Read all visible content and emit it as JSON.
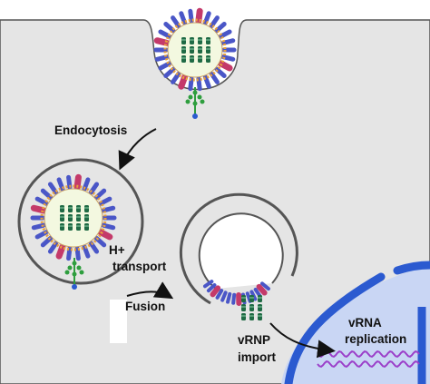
{
  "labels": {
    "endocytosis": "Endocytosis",
    "h_plus": "H+",
    "transport": "transport",
    "fusion": "Fusion",
    "vrnp": "vRNP",
    "import": "import",
    "vrna": "vRNA",
    "replication": "replication"
  },
  "colors": {
    "membrane_fill": "#e5e5e5",
    "membrane_stroke": "#555555",
    "virion_core": "#f3f8e0",
    "lipid_layer": "#e9a23c",
    "hemagglutinin": "#4a56c7",
    "neuraminidase": "#c43a6a",
    "rnp": "#1f6a45",
    "nucleus": "#2b5ad0",
    "vrna": "#9b3fc9",
    "receptor": "#2e9e3e"
  }
}
